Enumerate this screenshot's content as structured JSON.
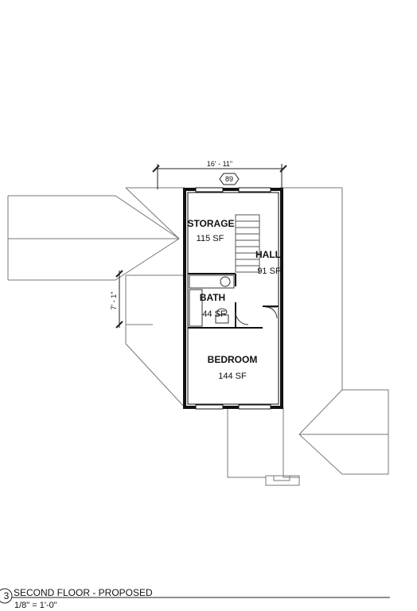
{
  "drawing": {
    "dimension_width": "16' - 11\"",
    "dimension_height": "7' - 1\"",
    "section_tag": "89",
    "sheet_number": "3",
    "title": "SECOND FLOOR - PROPOSED",
    "scale": "1/8\" = 1'-0\""
  },
  "rooms": [
    {
      "name": "STORAGE",
      "area": "115 SF"
    },
    {
      "name": "HALL",
      "area": "91 SF"
    },
    {
      "name": "BATH",
      "area": "44 SF"
    },
    {
      "name": "BEDROOM",
      "area": "144 SF"
    }
  ]
}
